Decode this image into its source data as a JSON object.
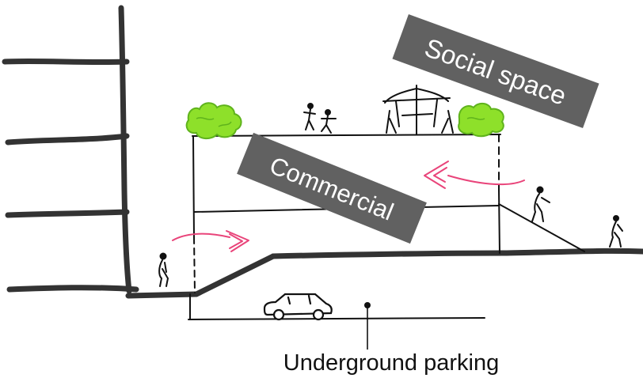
{
  "labels": {
    "social_space": "Social space",
    "commercial": "Commercial",
    "underground_parking": "Underground parking"
  },
  "colors": {
    "ink": "#333333",
    "thin_ink": "#111111",
    "label_box": "#616161",
    "label_text": "#ffffff",
    "arrow": "#e9447a",
    "greenery": "#8ee02a",
    "greenery_dark": "#5fb31c"
  },
  "icons": [
    "tower-building",
    "tree",
    "people",
    "pergola-table",
    "car",
    "pedestrian",
    "flow-arrow"
  ]
}
